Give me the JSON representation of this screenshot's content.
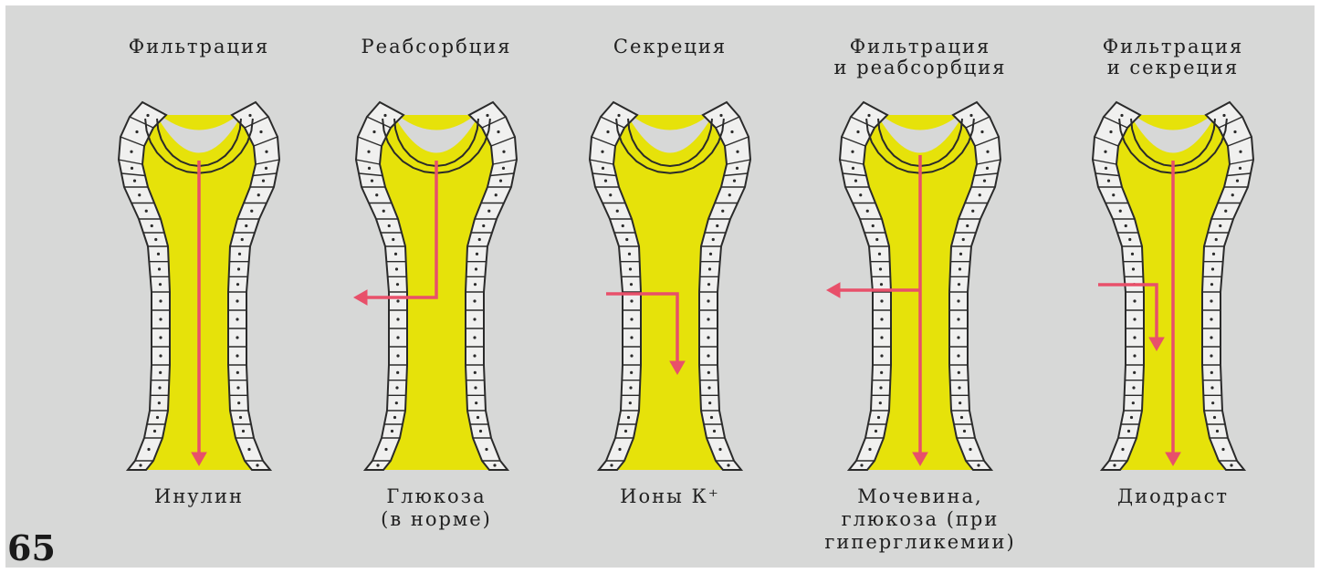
{
  "page_number": "65",
  "colors": {
    "background": "#d7d8d7",
    "filtrate": "#e6e20a",
    "cell_fill": "#f0f0ef",
    "cell_outline": "#2a2a2a",
    "arrow": "#e8506a"
  },
  "panels": [
    {
      "id": "inulin",
      "title": "Фильтрация",
      "caption": "Инулин",
      "process": "filtration"
    },
    {
      "id": "glucose",
      "title": "Реабсорбция",
      "caption": "Глюкоза\n(в норме)",
      "process": "reabsorption"
    },
    {
      "id": "potassium",
      "title": "Секреция",
      "caption": "Ионы К⁺",
      "process": "secretion"
    },
    {
      "id": "urea",
      "title": "Фильтрация\nи реабсорбция",
      "caption": "Мочевина,\nглюкоза (при\nгипергликемии)",
      "process": "filtration-reabsorption"
    },
    {
      "id": "diodrast",
      "title": "Фильтрация\nи секреция",
      "caption": "Диодраст",
      "process": "filtration-secretion"
    }
  ]
}
